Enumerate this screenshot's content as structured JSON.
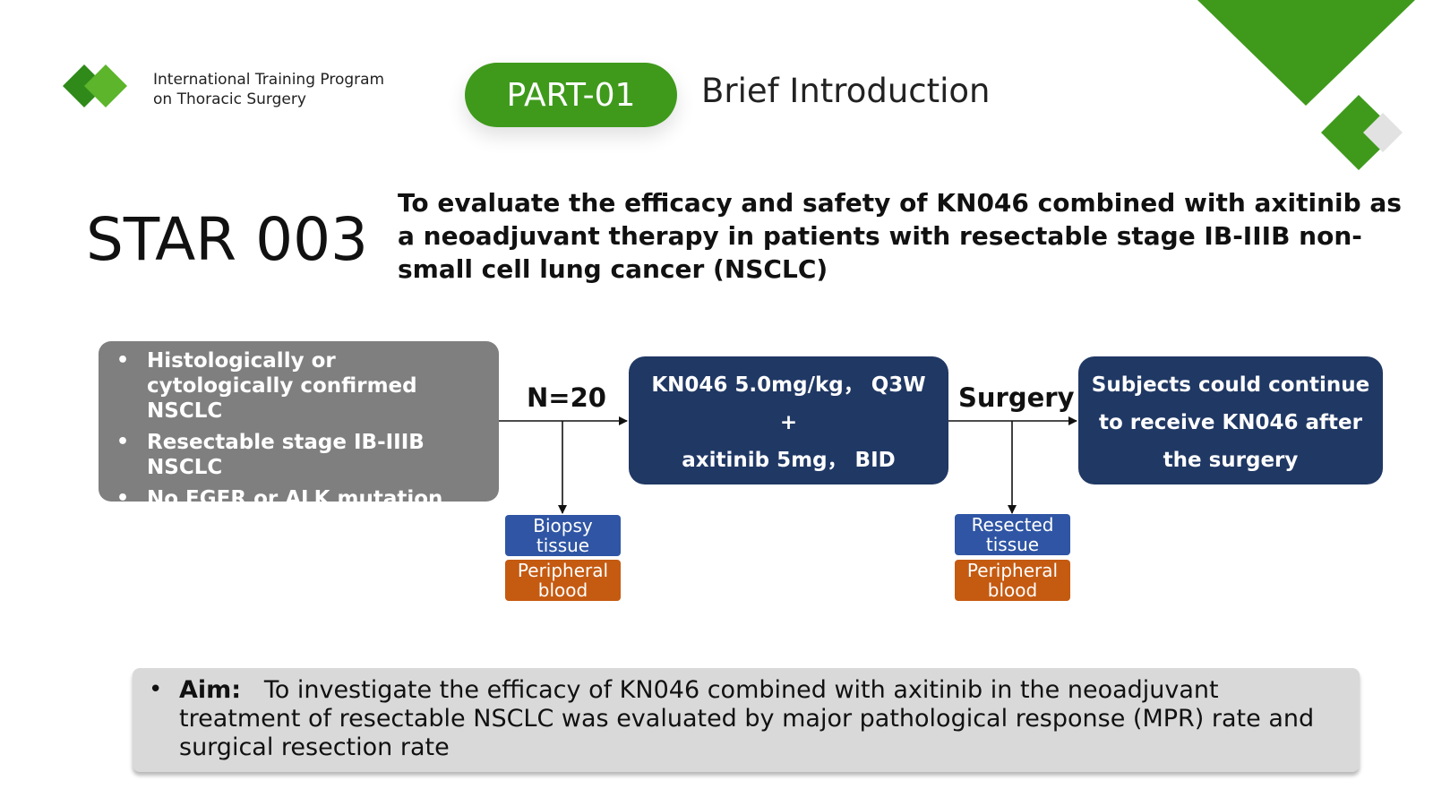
{
  "header": {
    "program_line1": "International Training Program",
    "program_line2": "on Thoracic Surgery",
    "part_label": "PART-01",
    "section_title": "Brief Introduction"
  },
  "trial": {
    "name": "STAR 003",
    "objective": "To evaluate the efficacy and safety of KN046 combined with axitinib as a neoadjuvant therapy in patients with resectable stage IB-IIIB non-small cell lung cancer (NSCLC)"
  },
  "diagram": {
    "criteria": [
      "Histologically or cytologically confirmed NSCLC",
      "Resectable stage IB-IIIB NSCLC",
      "No EGFR or ALK mutation was detected."
    ],
    "n_label": "N=20",
    "treatment_line1": "KN046 5.0mg/kg， Q3W",
    "treatment_plus": "+",
    "treatment_line2": "axitinib 5mg， BID",
    "surgery_label": "Surgery",
    "followup_line1": "Subjects could continue",
    "followup_line2": "to receive KN046 after",
    "followup_line3": "the surgery",
    "samples_before": {
      "tissue_line1": "Biopsy",
      "tissue_line2": "tissue",
      "blood_line1": "Peripheral",
      "blood_line2": "blood"
    },
    "samples_after": {
      "tissue_line1": "Resected",
      "tissue_line2": "tissue",
      "blood_line1": "Peripheral",
      "blood_line2": "blood"
    }
  },
  "aim": {
    "label": "Aim:",
    "text": "To investigate the efficacy of KN046 combined with axitinib in the neoadjuvant treatment of resectable NSCLC was evaluated by major pathological response (MPR) rate and surgical resection rate"
  },
  "colors": {
    "accent_green": "#3f9a1c",
    "box_navy": "#203864",
    "box_gray": "#7f7f7f",
    "sample_blue": "#2f55a4",
    "sample_orange": "#c55a11"
  }
}
